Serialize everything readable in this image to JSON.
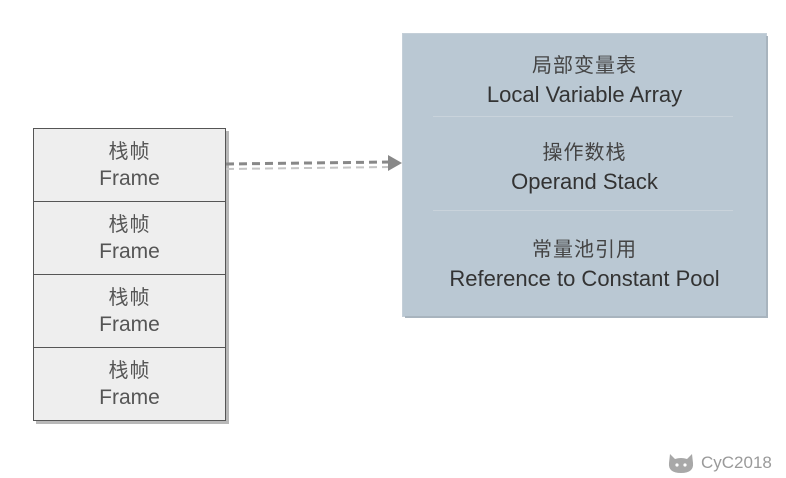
{
  "stack": {
    "frames": [
      {
        "zh": "栈帧",
        "en": "Frame"
      },
      {
        "zh": "栈帧",
        "en": "Frame"
      },
      {
        "zh": "栈帧",
        "en": "Frame"
      },
      {
        "zh": "栈帧",
        "en": "Frame"
      }
    ]
  },
  "panel": {
    "local_vars": {
      "zh": "局部变量表",
      "en": "Local Variable Array"
    },
    "operand_stack": {
      "zh": "操作数栈",
      "en": "Operand Stack"
    },
    "constant_pool": {
      "zh": "常量池引用",
      "en": "Reference to Constant Pool"
    }
  },
  "watermark": {
    "icon": "github-cat-icon",
    "text": "CyC2018"
  },
  "colors": {
    "frame_fill": "#eeeeee",
    "panel_fill": "#bac8d3",
    "arrow": "#888888"
  }
}
